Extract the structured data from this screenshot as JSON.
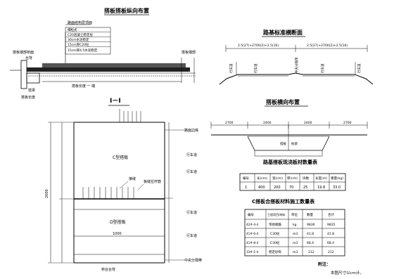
{
  "titles": {
    "top_left": "搭板搭板纵向布置",
    "top_right": "路基标准横断面",
    "section_mark": "I－I",
    "mid_right": "搭板横向布置",
    "table1": "路基搭板现浇板材数量表",
    "table2": "C搭板合搭板材料施工数量表"
  },
  "layers": [
    "路面结构层顶面",
    "细粒式",
    "C20混凝土稳定层",
    "30cm水泥稳定",
    "15cm厚C20砼",
    "15cm厚4.5水泥稳定"
  ],
  "longitudinal": {
    "left_labels": [
      "搭板端部桥面",
      "台背"
    ],
    "right_label": "搭板端部",
    "left_bottom_labels": [
      "枕梁",
      "搭板长度"
    ],
    "beam_label": "搭板长度 一 端"
  },
  "cross_section": {
    "widths": [
      "2.5(27)+2700(2)+2.5(16)",
      "2.5(27)+2700(2)+2.5(16)"
    ],
    "lane_labels": [
      "行车道",
      "行车道",
      "中央分隔带",
      "行车道",
      "行车道"
    ]
  },
  "transverse": {
    "dims": [
      "2700",
      "2400",
      "2400",
      "2700"
    ],
    "callouts": [
      "搭板",
      "枕梁"
    ]
  },
  "plan": {
    "right_labels": [
      "路面边缘",
      "行车道",
      "行车道",
      "行车道",
      "行车道",
      "中央分隔带"
    ],
    "top_zone": "C型搭板",
    "bottom_zone": "D型搭板",
    "note_left": "接缝",
    "note_right": "板缝拉杆筋",
    "bottom_label": "桥台台背",
    "left_dim": "2000",
    "bottom_dim": "1000"
  },
  "table1": {
    "headers": [
      "编号",
      "长(cm)",
      "宽(cm)",
      "厚(cm)",
      "块数",
      "长度(m)",
      "重量(kg)"
    ],
    "rows": [
      [
        "1",
        "400",
        "200",
        "70",
        "25",
        "19.8",
        "33.0"
      ]
    ]
  },
  "table2": {
    "headers": [
      "编号",
      "工程项目/材料",
      "单位",
      "数量",
      "合计"
    ],
    "rows": [
      [
        "42#-4-4",
        "带肋钢筋",
        "kg",
        "9836",
        "9835"
      ],
      [
        "41#-6-4",
        "C30砼",
        "m3",
        "41.8",
        "41.8"
      ],
      [
        "41#-8-4",
        "C30砼",
        "m3",
        "68.4",
        "68.4"
      ],
      [
        "33#-1-4",
        "稳定砂砾",
        "m3",
        "212",
        "212"
      ]
    ]
  },
  "notes": {
    "label": "附注：",
    "text": "本图尺寸以cm计。"
  }
}
